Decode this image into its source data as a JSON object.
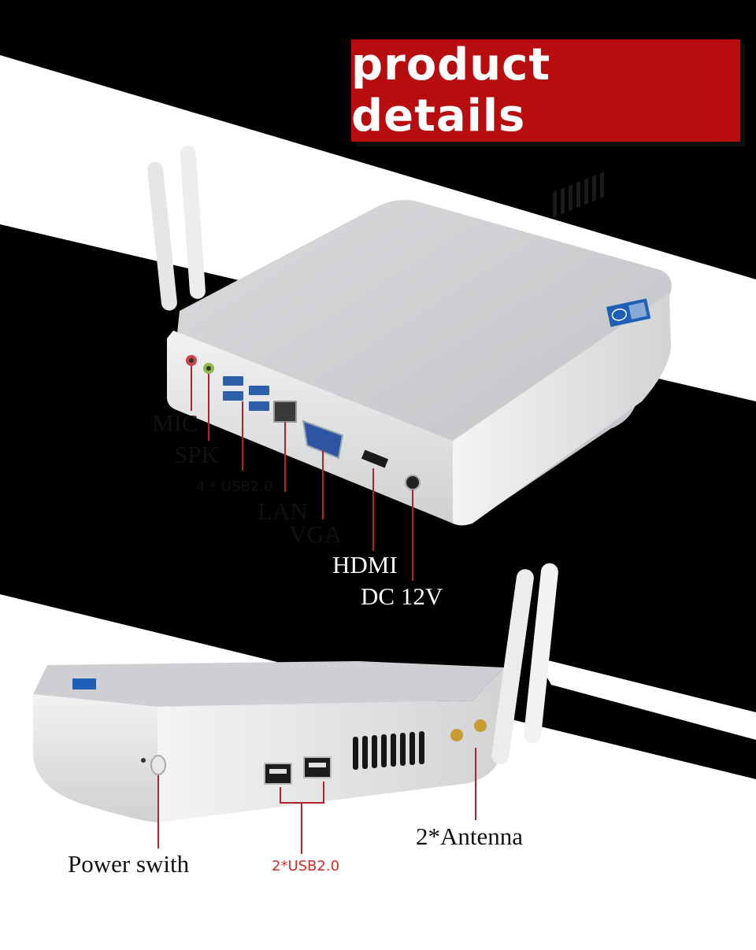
{
  "header": {
    "title": "product details"
  },
  "top_view": {
    "callouts": {
      "mic": "MIC",
      "spk": "SPK",
      "usb": "4 * USB2.0",
      "lan": "LAN",
      "vga": "VGA",
      "hdmi": "HDMI",
      "dc": "DC 12V"
    }
  },
  "side_view": {
    "callouts": {
      "power": "Power swith",
      "usb": "2*USB2.0",
      "antenna": "2*Antenna"
    }
  },
  "colors": {
    "banner": "#b70d0f",
    "callout_line": "#b3232b",
    "usb_label": "#d62a2a",
    "stripe_white": "#ffffff",
    "background": "#000000"
  }
}
